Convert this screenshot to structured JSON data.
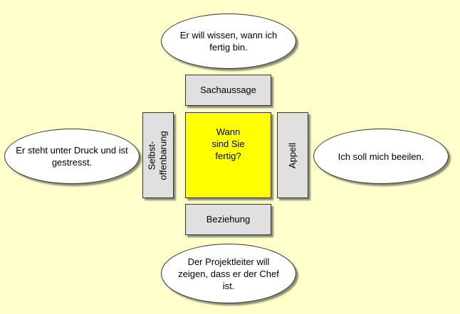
{
  "center": {
    "message": "Wann sind Sie fertig?"
  },
  "sides": {
    "top": "Sachaussage",
    "bottom": "Beziehung",
    "left": "Selbst-\noffenbarung",
    "right": "Appell"
  },
  "ellipses": {
    "top": "Er will wissen, wann ich fertig bin.",
    "left": "Er steht unter Druck und ist gestresst.",
    "right": "Ich soll mich beeilen.",
    "bottom": "Der Projektleiter will zeigen, dass er der Chef ist."
  },
  "colors": {
    "background": "#ffffcc",
    "center": "#ffff00",
    "side": "#e0e0e0",
    "ellipse": "#ffffff"
  }
}
